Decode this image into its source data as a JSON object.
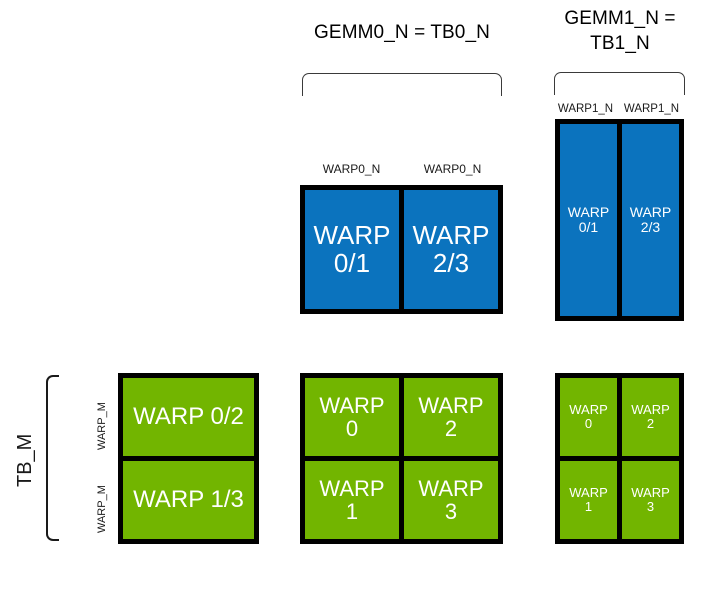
{
  "figure": {
    "title_gemm0": "GEMM0_N = TB0_N",
    "title_gemm1": "GEMM1_N =\nTB1_N",
    "side_label_tb_m": "TB_M"
  },
  "labels": {
    "warp0_n": "WARP0_N",
    "warp1_n": "WARP1_N",
    "warp_m": "WARP_M"
  },
  "colors": {
    "blue": "#0B73BE",
    "green": "#72B500",
    "border": "#000000",
    "text_on_fill": "#FFFFFF",
    "background": "#FFFFFF"
  },
  "blocks": {
    "gemm0_blue": {
      "name": "GEMM0 blue warp tile",
      "fill": "blue",
      "columns": 2,
      "rows": 1,
      "cells": [
        {
          "text": "WARP\n0/1"
        },
        {
          "text": "WARP\n2/3"
        }
      ],
      "column_labels": [
        "WARP0_N",
        "WARP0_N"
      ]
    },
    "gemm1_blue": {
      "name": "GEMM1 blue warp tile",
      "fill": "blue",
      "columns": 2,
      "rows": 1,
      "cells": [
        {
          "text": "WARP\n0/1"
        },
        {
          "text": "WARP\n2/3"
        }
      ],
      "column_labels": [
        "WARP1_N",
        "WARP1_N"
      ]
    },
    "left_green": {
      "name": "Left green warp tile",
      "fill": "green",
      "columns": 1,
      "rows": 2,
      "cells": [
        {
          "text": "WARP 0/2"
        },
        {
          "text": "WARP 1/3"
        }
      ],
      "row_labels": [
        "WARP_M",
        "WARP_M"
      ]
    },
    "middle_green": {
      "name": "Middle green warp tile",
      "fill": "green",
      "columns": 2,
      "rows": 2,
      "cells": [
        {
          "text": "WARP\n0"
        },
        {
          "text": "WARP\n2"
        },
        {
          "text": "WARP\n1"
        },
        {
          "text": "WARP\n3"
        }
      ]
    },
    "right_green": {
      "name": "Right green warp tile",
      "fill": "green",
      "columns": 2,
      "rows": 2,
      "cells": [
        {
          "text": "WARP\n0"
        },
        {
          "text": "WARP\n2"
        },
        {
          "text": "WARP\n1"
        },
        {
          "text": "WARP\n3"
        }
      ]
    }
  }
}
